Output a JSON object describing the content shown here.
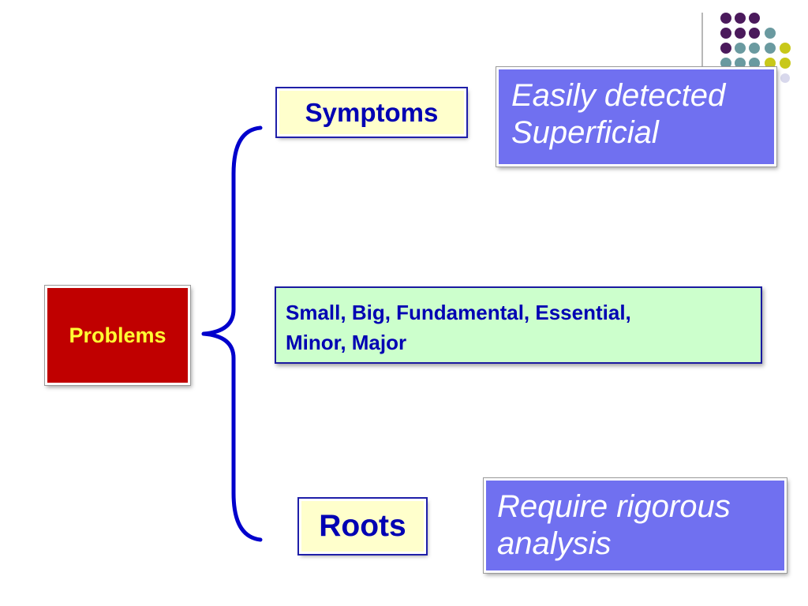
{
  "diagram": {
    "root": {
      "label": "Problems"
    },
    "branches": [
      {
        "label": "Symptoms",
        "note": [
          "Easily detected",
          "Superficial"
        ]
      },
      {
        "label": "Small, Big, Fundamental, Essential,",
        "label_line2": "Minor, Major"
      },
      {
        "label": "Roots",
        "note": [
          "Require rigorous",
          "analysis"
        ]
      }
    ]
  },
  "colors": {
    "root_fill": "#c00000",
    "root_text": "#ffff33",
    "branch_fill": "#ffffcc",
    "branch_text": "#0000b3",
    "types_fill": "#ccffcc",
    "note_fill": "#7070f0",
    "note_text": "#ffffff",
    "brace": "#0000cc",
    "dot_purple": "#4b1a5c",
    "dot_teal": "#6a9aa0",
    "dot_yellow": "#c8c81a",
    "dot_lavender": "#d8d8ec"
  }
}
